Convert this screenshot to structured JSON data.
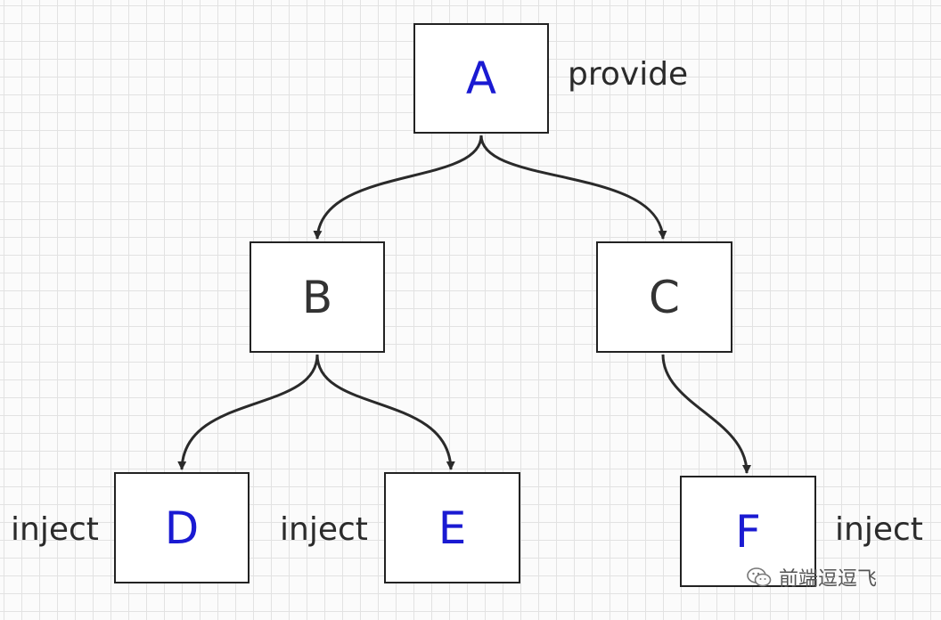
{
  "nodes": {
    "a": {
      "label": "A",
      "color": "#1a1ad2"
    },
    "b": {
      "label": "B",
      "color": "#333333"
    },
    "c": {
      "label": "C",
      "color": "#333333"
    },
    "d": {
      "label": "D",
      "color": "#1a1ad2"
    },
    "e": {
      "label": "E",
      "color": "#1a1ad2"
    },
    "f": {
      "label": "F",
      "color": "#1a1ad2"
    }
  },
  "annotations": {
    "a": "provide",
    "d": "inject",
    "e": "inject",
    "f": "inject"
  },
  "edges": [
    {
      "from": "A",
      "to": "B"
    },
    {
      "from": "A",
      "to": "C"
    },
    {
      "from": "B",
      "to": "D"
    },
    {
      "from": "B",
      "to": "E"
    },
    {
      "from": "C",
      "to": "F"
    }
  ],
  "watermark": {
    "text": "前端逗逗飞",
    "icon": "wechat-icon"
  }
}
